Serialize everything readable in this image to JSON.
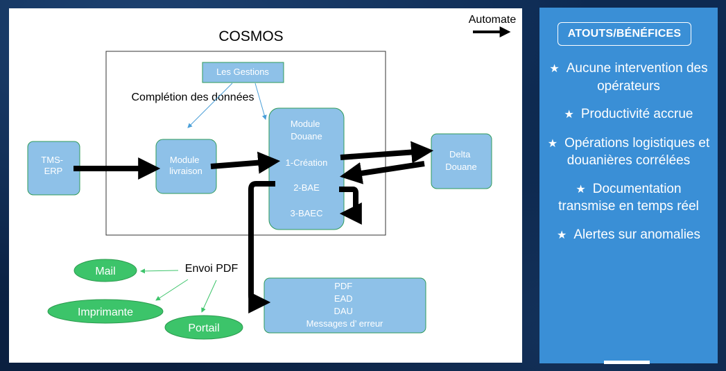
{
  "diagram": {
    "title": "COSMOS",
    "legend_label": "Automate",
    "gestions_label": "Les Gestions",
    "completion_label": "Complétion des données",
    "tms_erp_label": [
      "TMS-",
      "ERP"
    ],
    "module_livraison_label": [
      "Module",
      "livraison"
    ],
    "module_douane_label": [
      "Module",
      "Douane"
    ],
    "step_creation": "1-Création",
    "step_bae": "2-BAE",
    "step_baec": "3-BAEC",
    "delta_douane_label": [
      "Delta",
      "Douane"
    ],
    "outputs": [
      "PDF",
      "EAD",
      "DAU",
      "Messages d’ erreur"
    ],
    "envoi_pdf_label": "Envoi PDF",
    "channels": {
      "mail": "Mail",
      "imprimante": "Imprimante",
      "portail": "Portail"
    },
    "colors": {
      "box_fill": "#8ec1e8",
      "box_stroke": "#2f9a5a",
      "channel_fill": "#3cc46a",
      "channel_stroke": "#2a9a4d",
      "thin_arrow_blue": "#4a9fd8",
      "thin_arrow_green": "#3cc46a"
    }
  },
  "benefits": {
    "title": "ATOUTS/BÉNÉFICES",
    "star": "★",
    "items": [
      "Aucune intervention des opérateurs",
      "Productivité accrue",
      "Opérations logistiques et douanières corrélées",
      "Documentation transmise en temps réel",
      "Alertes sur anomalies"
    ],
    "colors": {
      "panel": "#3a8fd6",
      "text": "#ffffff"
    }
  }
}
